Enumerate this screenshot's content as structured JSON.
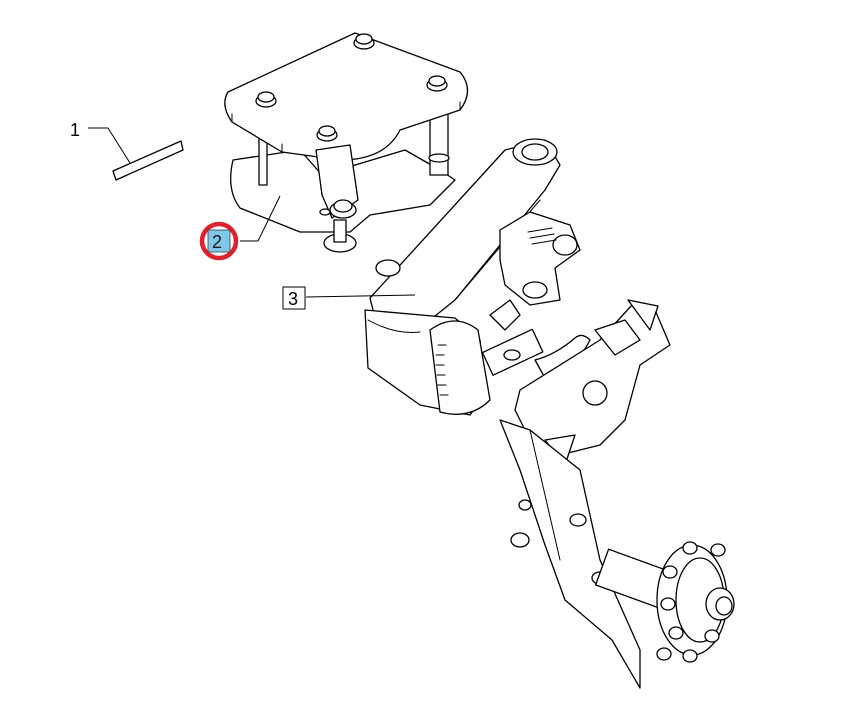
{
  "callouts": [
    {
      "id": "1",
      "label": "1",
      "style": "plain"
    },
    {
      "id": "2",
      "label": "2",
      "style": "highlighted",
      "highlight_fill": "#7fc8e8",
      "ring_color": "#e0202a"
    },
    {
      "id": "3",
      "label": "3",
      "style": "boxed"
    }
  ]
}
